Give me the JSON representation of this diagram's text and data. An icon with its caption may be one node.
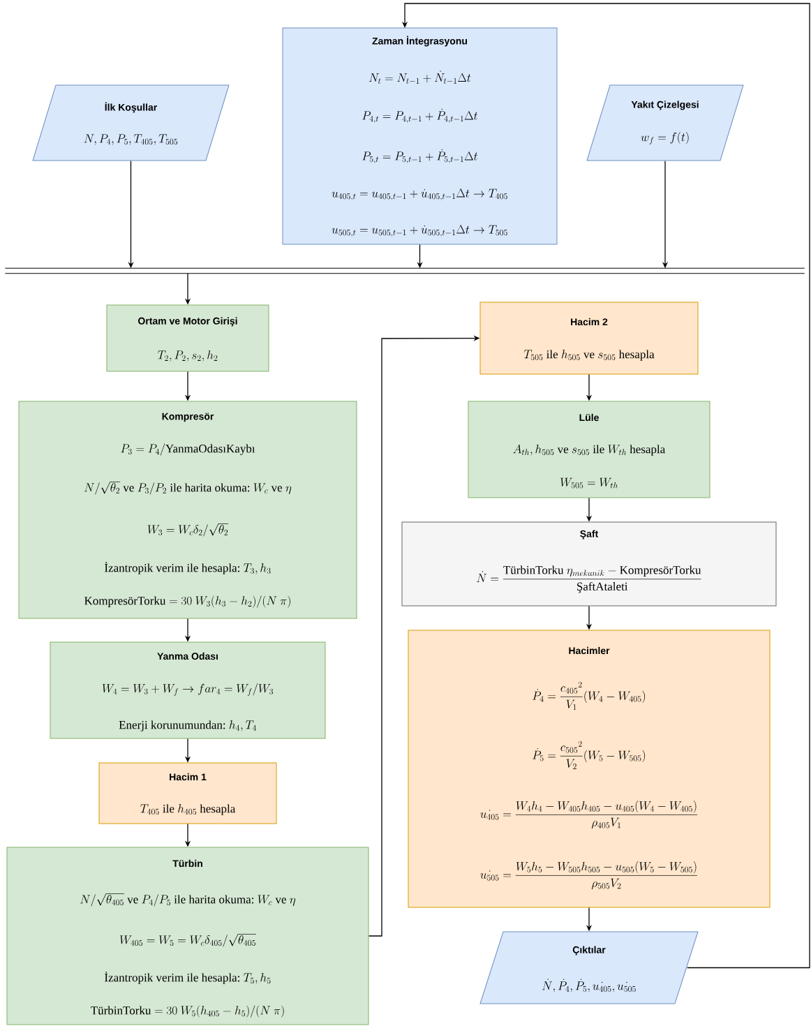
{
  "diagram": {
    "nodes": [
      {
        "text": [
          "Zaman İntegrasyonu",
          "N_t = N_{t-1} + \\dot{N}_{t-1}\\Delta t",
          "P_{4,t} = P_{4,t-1} + \\dot{P}_{4,t-1}\\Delta t",
          "P_{5,t} = P_{5,t-1} + \\dot{P}_{5,t-1}\\Delta t",
          "u_{405,t} = u_{405,t-1} + \\dot{u}_{405,t-1}\\Delta t \\rightarrow T_{405}",
          "u_{505,t} = u_{505,t-1} + \\dot{u}_{505,t-1}\\Delta t \\rightarrow T_{505}"
        ]
      },
      {
        "text": [
          "İlk Koşullar",
          "N, P_4, P_5, T_{405}, T_{505}"
        ]
      },
      {
        "text": [
          "Yakıt Çizelgesi",
          "w_f = f(t)"
        ]
      },
      {
        "text": [],
        "shape": "bar"
      },
      {
        "text": [
          "Ortam ve Motor Girişi",
          "T_2, P_2, s_2, h_2"
        ]
      },
      {
        "text": [
          "Kompresör",
          "P_3 = P_4/\\text{YanmaOdasıKaybı}",
          "N/\\sqrt{\\theta_2}\\ \\text{ve}\\ P_3/P_2\\ \\text{ile harita okuma:}\\ W_c\\ \\text{ve}\\ \\eta",
          "W_3 = W_c\\delta_2/\\sqrt{\\theta_2}",
          "\\text{İzantropik verim ile hesapla:}\\ T_3, h_3",
          "\\text{KompresörTorku} = 30\\ W_3(h_3 - h_2)/(N\\ \\pi)"
        ]
      },
      {
        "text": [
          "Yanma Odası",
          "W_4 = W_3 + W_f \\rightarrow far_4 = W_f/W_3",
          "\\text{Enerji korunumundan:}\\ h_4, T_4"
        ]
      },
      {
        "text": [
          "Hacim 1",
          "T_{405}\\ \\text{ile}\\ h_{405}\\ \\text{hesapla}"
        ]
      },
      {
        "text": [
          "Türbin",
          "N/\\sqrt{\\theta_{405}}\\ \\text{ve}\\ P_4/P_5\\ \\text{ile harita okuma:}\\ W_c\\ \\text{ve}\\ \\eta",
          "W_{405} = W_5 = W_c\\delta_{405}/\\sqrt{\\theta_{405}}",
          "\\text{İzantropik verim ile hesapla:}\\ T_5, h_5",
          "\\text{TürbinTorku} = 30\\ W_5(h_{405} - h_5)/(N\\ \\pi)"
        ]
      },
      {
        "text": [
          "Hacim 2",
          "T_{505}\\ \\text{ile}\\ h_{505}\\ \\text{ve}\\ s_{505}\\ \\text{hesapla}"
        ]
      },
      {
        "text": [
          "Lüle",
          "A_{th}, h_{505}\\ \\text{ve}\\ s_{505}\\ \\text{ile}\\ W_{th}\\ \\text{hesapla}",
          "W_{505} = W_{th}"
        ]
      },
      {
        "text": [
          "Şaft",
          "\\dot{N} = \\frac{\\text{TürbinTorku}\\ \\eta_{mekanik} - \\text{KompresörTorku}}{\\text{ŞaftAtaleti}}"
        ]
      },
      {
        "text": [
          "Hacimler",
          "\\dot{P}_4 = \\frac{{c_{405}}^2}{V_1}(W_4 - W_{405})",
          "\\dot{P}_5 = \\frac{{c_{505}}^2}{V_2}(W_5 - W_{505})",
          "\\dot{u_{405}} = \\frac{W_4h_4 - W_{405}h_{405} - u_{405}(W_4 - W_{405})}{\\rho_{405}V_1}",
          "\\dot{u_{505}} = \\frac{W_5h_5 - W_{505}h_{505} - u_{505}(W_5 - W_{505})}{\\rho_{505}V_2}"
        ]
      },
      {
        "text": [
          "Çıktılar",
          "\\dot{N}, \\dot{P_4}, \\dot{P_5}, \\dot{u_{405}}, \\dot{u_{505}}"
        ]
      }
    ],
    "edges": [
      {
        "from": 1,
        "to": 3,
        "arrow": "to"
      },
      {
        "from": 0,
        "to": 3,
        "arrow": "to"
      },
      {
        "from": 2,
        "to": 3,
        "arrow": "to"
      },
      {
        "from": 3,
        "to": 4,
        "arrow": "to"
      },
      {
        "from": 4,
        "to": 5,
        "arrow": "to"
      },
      {
        "from": 5,
        "to": 6,
        "arrow": "to"
      },
      {
        "from": 6,
        "to": 7,
        "arrow": "to"
      },
      {
        "from": 7,
        "to": 8,
        "arrow": "to"
      },
      {
        "from": 8,
        "to": 9,
        "arrow": "to"
      },
      {
        "from": 9,
        "to": 10,
        "arrow": "to"
      },
      {
        "from": 10,
        "to": 11,
        "arrow": "to"
      },
      {
        "from": 11,
        "to": 12,
        "arrow": "to"
      },
      {
        "from": 12,
        "to": 13,
        "arrow": "to"
      },
      {
        "from": 13,
        "to": 0,
        "arrow": "to"
      }
    ]
  }
}
